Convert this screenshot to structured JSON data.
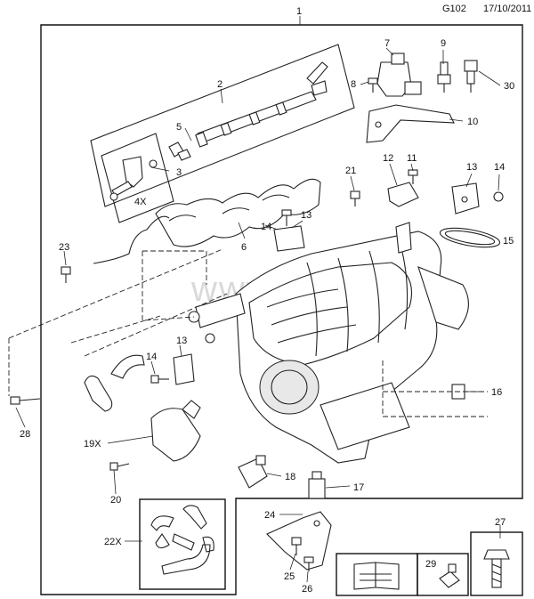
{
  "header": {
    "code": "G102",
    "date": "17/10/2011"
  },
  "watermark": "www.gdkina.ru",
  "callouts": [
    {
      "id": "c1",
      "text": "1"
    },
    {
      "id": "c2",
      "text": "2"
    },
    {
      "id": "c3",
      "text": "3"
    },
    {
      "id": "c4x",
      "text": "4X"
    },
    {
      "id": "c5",
      "text": "5"
    },
    {
      "id": "c6",
      "text": "6"
    },
    {
      "id": "c7",
      "text": "7"
    },
    {
      "id": "c8",
      "text": "8"
    },
    {
      "id": "c9",
      "text": "9"
    },
    {
      "id": "c10",
      "text": "10"
    },
    {
      "id": "c11",
      "text": "11"
    },
    {
      "id": "c12",
      "text": "12"
    },
    {
      "id": "c13a",
      "text": "13"
    },
    {
      "id": "c13b",
      "text": "13"
    },
    {
      "id": "c13c",
      "text": "13"
    },
    {
      "id": "c14a",
      "text": "14"
    },
    {
      "id": "c14b",
      "text": "14"
    },
    {
      "id": "c14c",
      "text": "14"
    },
    {
      "id": "c15",
      "text": "15"
    },
    {
      "id": "c16",
      "text": "16"
    },
    {
      "id": "c17",
      "text": "17"
    },
    {
      "id": "c18",
      "text": "18"
    },
    {
      "id": "c19x",
      "text": "19X"
    },
    {
      "id": "c20",
      "text": "20"
    },
    {
      "id": "c21",
      "text": "21"
    },
    {
      "id": "c22x",
      "text": "22X"
    },
    {
      "id": "c23",
      "text": "23"
    },
    {
      "id": "c24",
      "text": "24"
    },
    {
      "id": "c25",
      "text": "25"
    },
    {
      "id": "c26",
      "text": "26"
    },
    {
      "id": "c27",
      "text": "27"
    },
    {
      "id": "c28",
      "text": "28"
    },
    {
      "id": "c29",
      "text": "29"
    },
    {
      "id": "c30",
      "text": "30"
    }
  ]
}
